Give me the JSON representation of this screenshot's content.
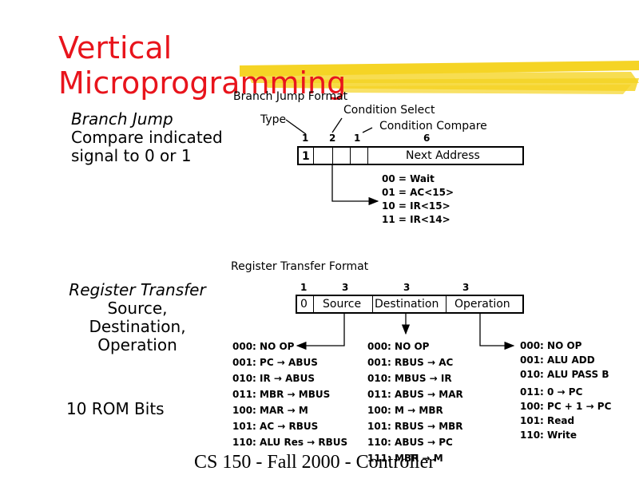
{
  "title": {
    "line1": "Vertical",
    "line2": "Microprogramming"
  },
  "left": {
    "branch_heading": "Branch Jump",
    "branch_line2": "Compare indicated",
    "branch_line3": "signal to 0 or 1",
    "reg_heading": "Register Transfer",
    "reg_line2": "Source,",
    "reg_line3": "Destination,",
    "reg_line4": "Operation",
    "rom_bits": "10 ROM Bits"
  },
  "branch_format": {
    "heading": "Branch Jump Format",
    "type_label": "Type",
    "cond_select_label": "Condition Select",
    "cond_compare_label": "Condition Compare",
    "bit_widths": [
      "1",
      "2",
      "1",
      "6"
    ],
    "first_cell": "1",
    "next_address": "Next Address",
    "conditions": [
      "00 = Wait",
      "01 = AC<15>",
      "10 = IR<15>",
      "11 = IR<14>"
    ]
  },
  "register_format": {
    "heading": "Register Transfer Format",
    "bit_widths": [
      "1",
      "3",
      "3",
      "3"
    ],
    "first_cell": "0",
    "source": "Source",
    "destination": "Destination",
    "operation": "Operation",
    "source_list": [
      "000: NO OP",
      "001: PC → ABUS",
      "010: IR → ABUS",
      "011: MBR → MBUS",
      "100: MAR → M",
      "101: AC → RBUS",
      "110: ALU Res → RBUS"
    ],
    "dest_list": [
      "000: NO OP",
      "001: RBUS → AC",
      "010: MBUS → IR",
      "011: ABUS → MAR",
      "100: M → MBR",
      "101: RBUS → MBR",
      "110: ABUS → PC",
      "111: MBR → M"
    ],
    "op_list": [
      "000: NO OP",
      "001: ALU ADD",
      "010: ALU PASS B",
      "011: 0 → PC",
      "100: PC + 1 → PC",
      "101: Read",
      "110: Write"
    ]
  },
  "footer": "CS 150 - Fall 2000 - Controller",
  "colors": {
    "title": "#e8141c",
    "highlight": "#f5d21a"
  }
}
